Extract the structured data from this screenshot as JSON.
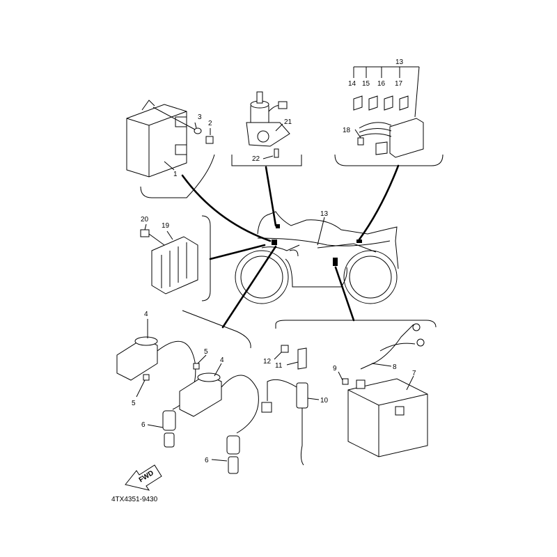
{
  "diagram": {
    "drawing_code": "4TX4351-9430",
    "fwd_label": "FWD",
    "callouts": {
      "c1": "1",
      "c2": "2",
      "c3": "3",
      "c4a": "4",
      "c4b": "4",
      "c5a": "5",
      "c5b": "5",
      "c6a": "6",
      "c6b": "6",
      "c7": "7",
      "c8": "8",
      "c9": "9",
      "c10": "10",
      "c11": "11",
      "c12": "12",
      "c13a": "13",
      "c13b": "13",
      "c14": "14",
      "c15": "15",
      "c16": "16",
      "c17": "17",
      "c18": "18",
      "c19": "19",
      "c20": "20",
      "c21": "21",
      "c22": "22"
    }
  }
}
